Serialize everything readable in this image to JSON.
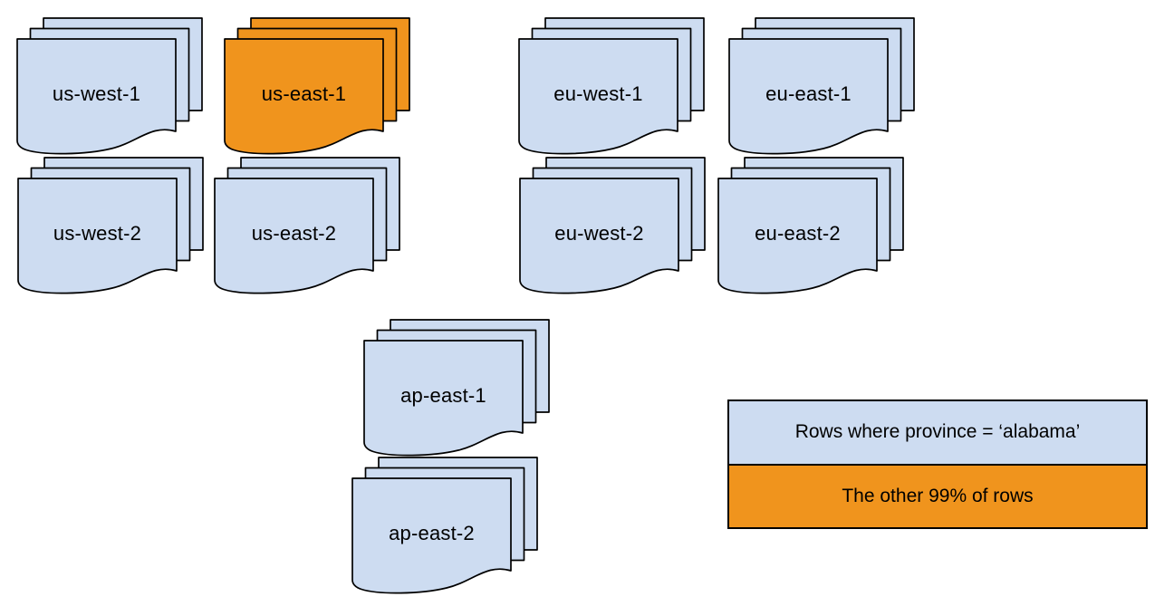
{
  "diagram": {
    "colors": {
      "background": "#FFFFFF",
      "blue": "#CDDCF1",
      "orange": "#F0941D",
      "stroke": "#000000"
    },
    "stacks": [
      {
        "id": "us-west-1",
        "label": "us-west-1",
        "variant": "blue"
      },
      {
        "id": "us-east-1",
        "label": "us-east-1",
        "variant": "orange"
      },
      {
        "id": "eu-west-1",
        "label": "eu-west-1",
        "variant": "blue"
      },
      {
        "id": "eu-east-1",
        "label": "eu-east-1",
        "variant": "blue"
      },
      {
        "id": "us-west-2",
        "label": "us-west-2",
        "variant": "blue"
      },
      {
        "id": "us-east-2",
        "label": "us-east-2",
        "variant": "blue"
      },
      {
        "id": "eu-west-2",
        "label": "eu-west-2",
        "variant": "blue"
      },
      {
        "id": "eu-east-2",
        "label": "eu-east-2",
        "variant": "blue"
      },
      {
        "id": "ap-east-1",
        "label": "ap-east-1",
        "variant": "blue"
      },
      {
        "id": "ap-east-2",
        "label": "ap-east-2",
        "variant": "blue"
      }
    ],
    "legend": {
      "items": [
        {
          "label": "Rows where province = ‘alabama’",
          "variant": "blue"
        },
        {
          "label": "The other 99% of rows",
          "variant": "orange"
        }
      ]
    }
  }
}
